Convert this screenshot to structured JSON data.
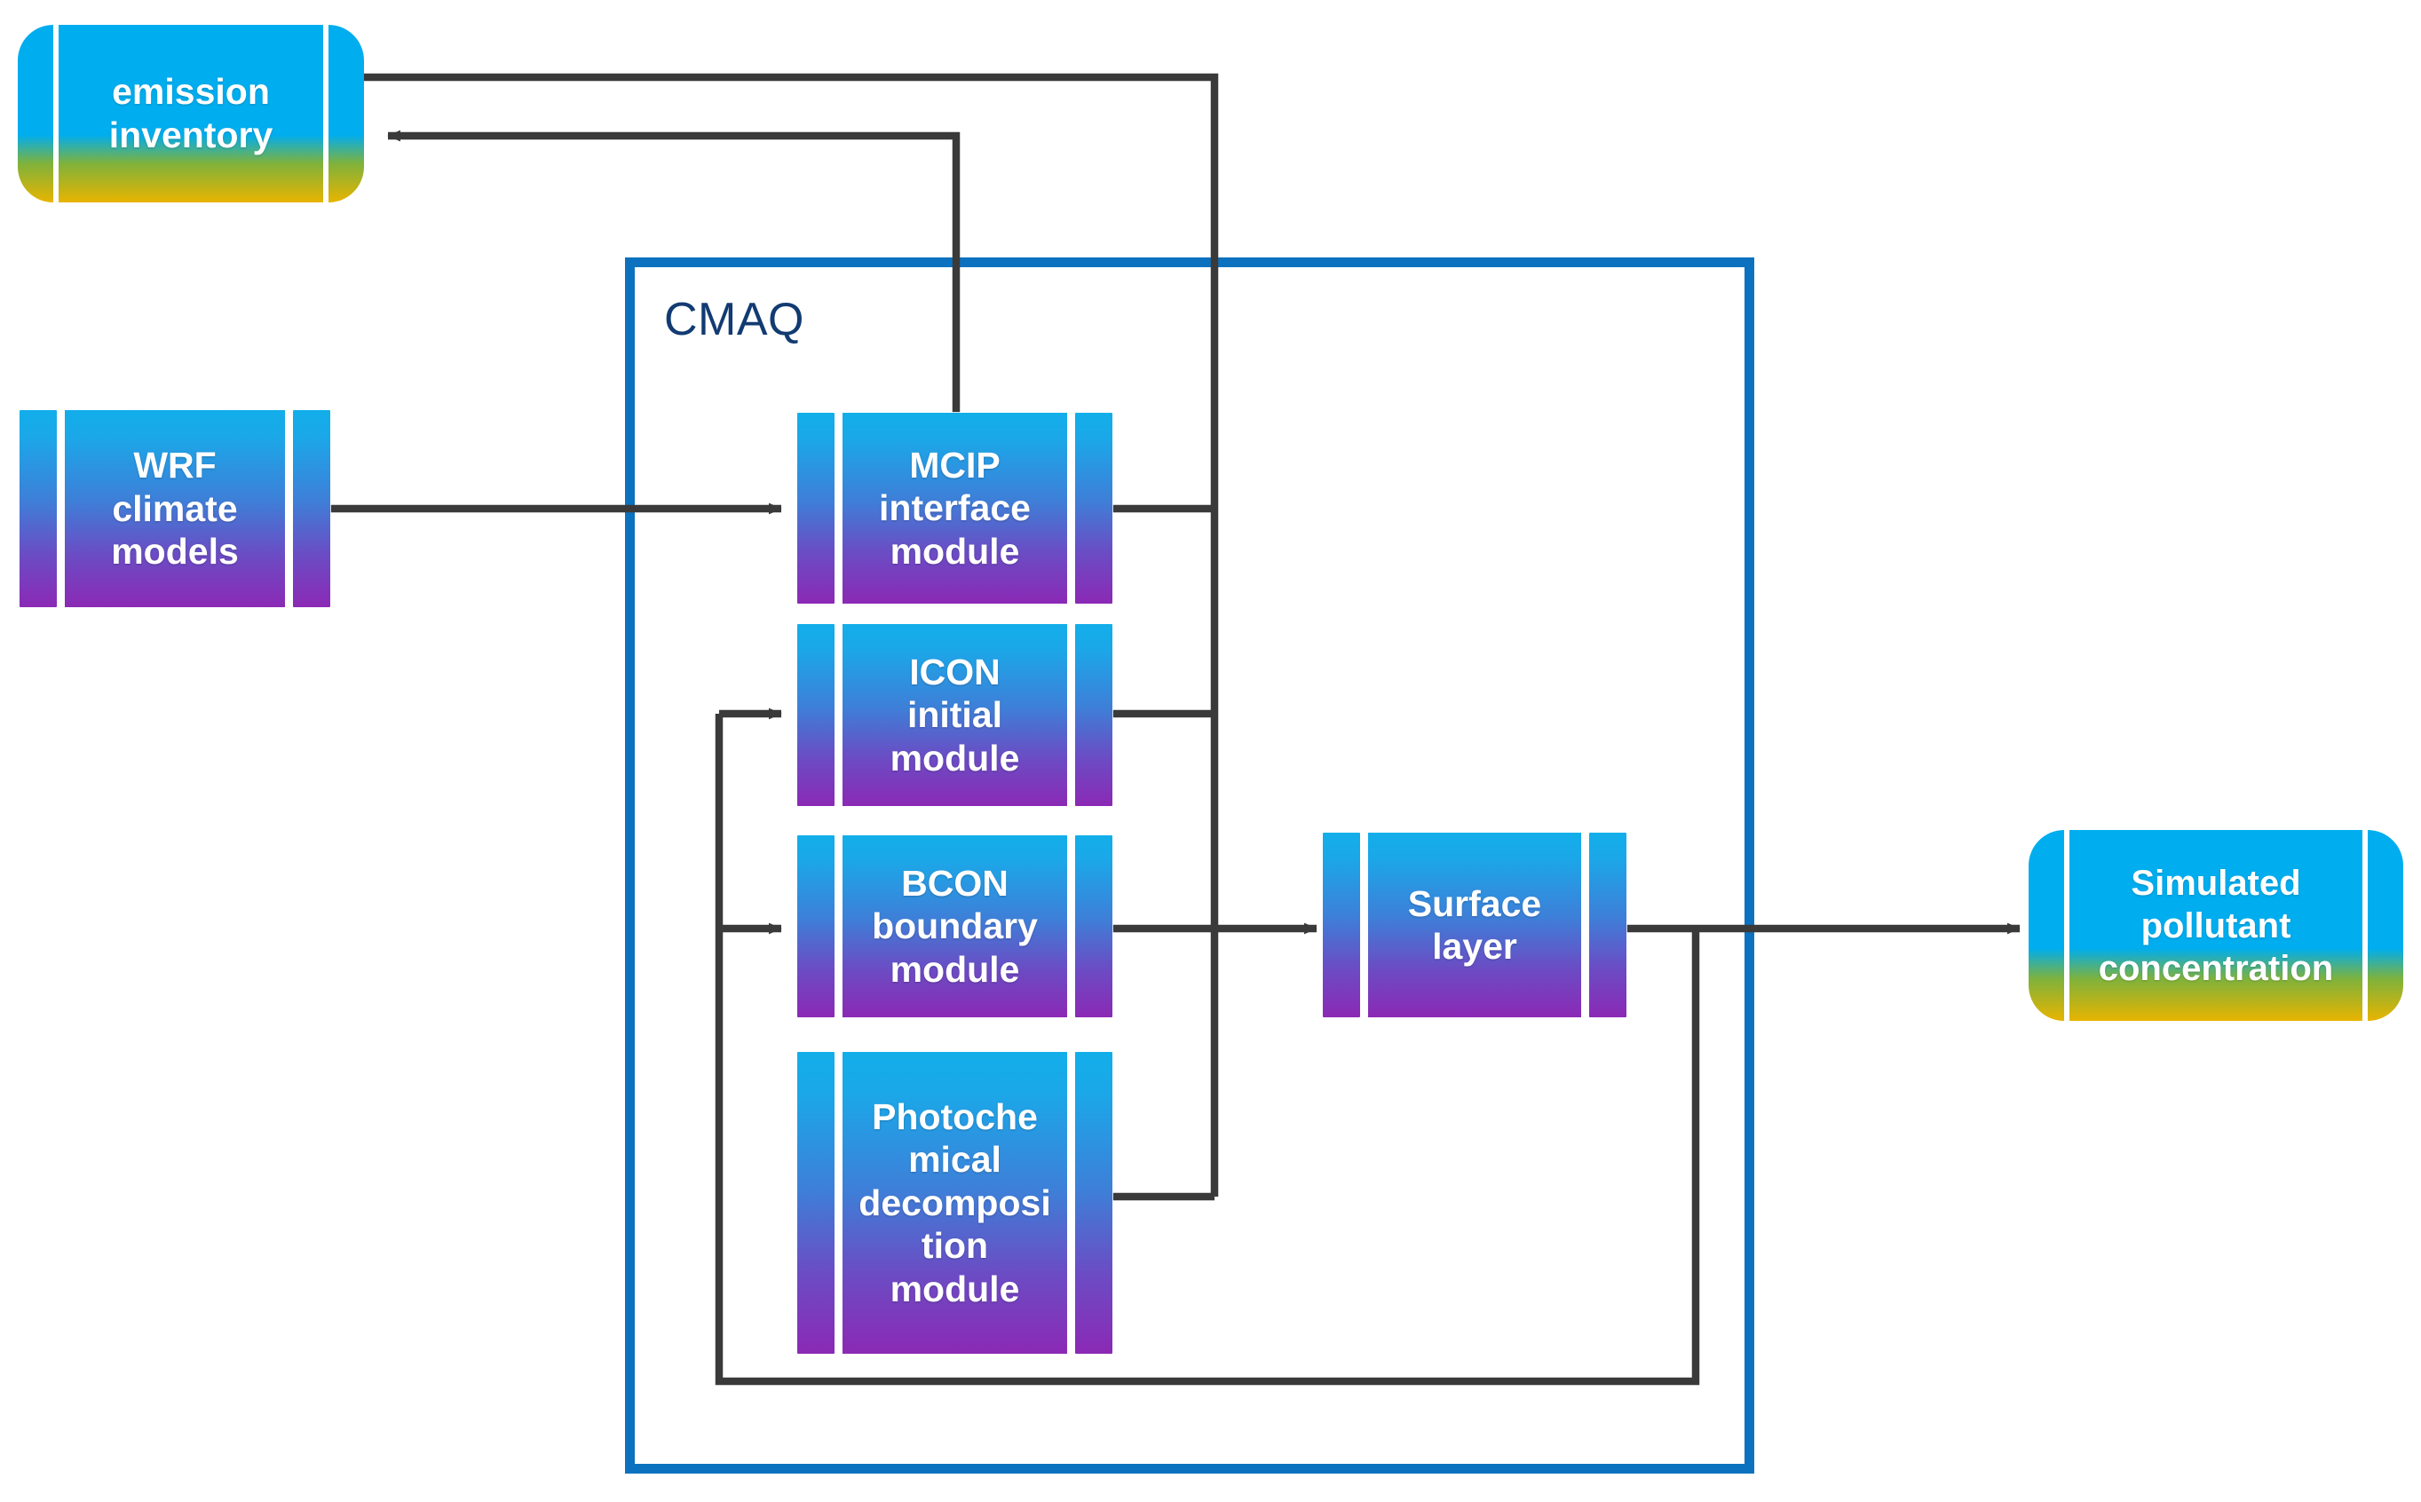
{
  "diagram": {
    "title": "CMAQ air quality modelling flow diagram",
    "container_label": "CMAQ",
    "colors": {
      "container_border": "#0C72C0",
      "container_label": "#123B72",
      "connector": "#3A3A3A",
      "module_gradient_top": "#12AEEA",
      "module_gradient_bottom": "#8B29B5",
      "store_gradient_top": "#00ADEE",
      "store_gradient_bottom": "#E8B400",
      "node_text": "#FFFFFF",
      "background": "#FFFFFF"
    }
  },
  "nodes": {
    "emission_inventory": {
      "shape": "cylinder",
      "lines": [
        "emission",
        "inventory"
      ]
    },
    "wrf_climate_models": {
      "shape": "module",
      "lines": [
        "WRF",
        "climate",
        "models"
      ]
    },
    "mcip_interface_module": {
      "shape": "module",
      "lines": [
        "MCIP",
        "interface",
        "module"
      ]
    },
    "icon_initial_module": {
      "shape": "module",
      "lines": [
        "ICON",
        "initial",
        "module"
      ]
    },
    "bcon_boundary_module": {
      "shape": "module",
      "lines": [
        "BCON",
        "boundary",
        "module"
      ]
    },
    "photochemical_decomposition_module": {
      "shape": "module",
      "lines": [
        "Photoche",
        "mical",
        "decomposi",
        "tion",
        "module"
      ]
    },
    "surface_layer": {
      "shape": "module",
      "lines": [
        "Surface",
        "layer"
      ]
    },
    "simulated_pollutant_concentration": {
      "shape": "cylinder",
      "lines": [
        "Simulated",
        "pollutant",
        "concentration"
      ]
    }
  },
  "edges": [
    {
      "id": "wrf-to-mcip",
      "from": "wrf_climate_models",
      "to": "mcip_interface_module",
      "arrow": true
    },
    {
      "id": "mcip-to-emission",
      "from": "mcip_interface_module",
      "to": "emission_inventory",
      "arrow": true
    },
    {
      "id": "emission-to-trunk",
      "from": "emission_inventory",
      "to": "photochemical_decomposition_module",
      "arrow": false
    },
    {
      "id": "mcip-to-trunk",
      "from": "mcip_interface_module",
      "to": "photochemical_decomposition_module",
      "arrow": false
    },
    {
      "id": "icon-to-trunk",
      "from": "icon_initial_module",
      "to": "photochemical_decomposition_module",
      "arrow": false
    },
    {
      "id": "bcon-to-surface",
      "from": "bcon_boundary_module",
      "to": "surface_layer",
      "arrow": true
    },
    {
      "id": "surface-to-simulated",
      "from": "surface_layer",
      "to": "simulated_pollutant_concentration",
      "arrow": true
    },
    {
      "id": "surface-feedback-to-icon",
      "from": "surface_layer",
      "to": "icon_initial_module",
      "arrow": true
    },
    {
      "id": "surface-feedback-to-bcon",
      "from": "surface_layer",
      "to": "bcon_boundary_module",
      "arrow": true
    }
  ]
}
